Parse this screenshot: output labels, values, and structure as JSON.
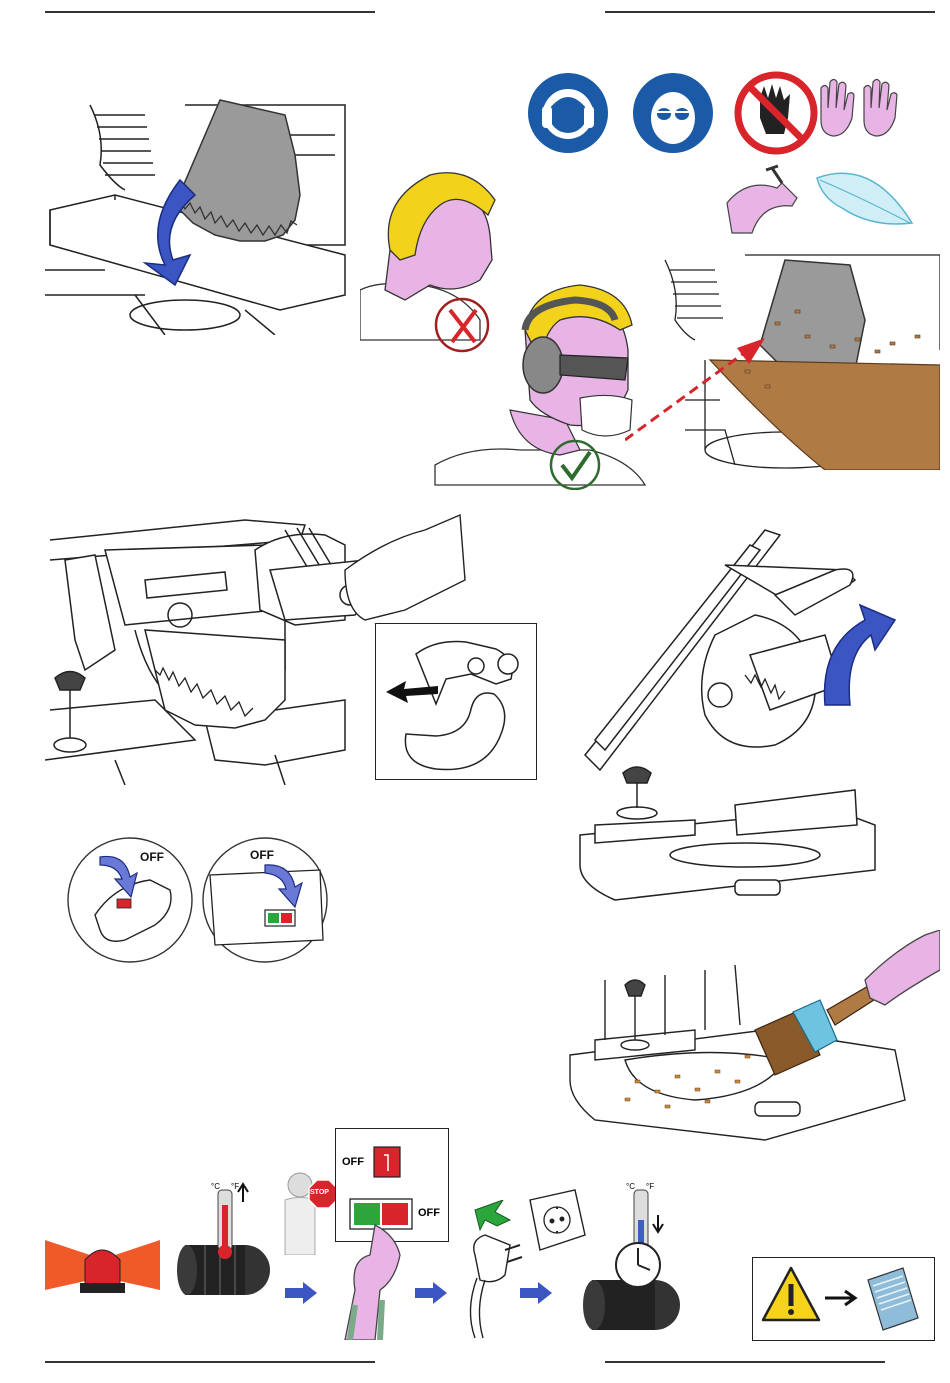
{
  "labels": {
    "off_left_circle": "OFF",
    "off_right_circle": "OFF",
    "off_panel_top": "OFF",
    "off_panel_bottom": "OFF",
    "stop_sign": "STOP",
    "thermo_c": "°C",
    "thermo_f": "°F",
    "thermo2_c": "°C",
    "thermo2_f": "°F"
  },
  "icons": {
    "ppe": [
      "ear-protection-icon",
      "eye-protection-icon",
      "no-gloves-icon",
      "bare-hands-icon"
    ],
    "sequence": [
      "warning-beacon-icon",
      "motor-overheat-icon",
      "stop-person-icon",
      "switch-off-icon",
      "unplug-icon",
      "socket-icon",
      "cool-down-icon",
      "warning-manual-icon"
    ]
  },
  "colors": {
    "safety_blue": "#1a5aa6",
    "prohibit_red": "#d8242b",
    "skin_pink": "#e8b4e6",
    "hair_yellow": "#f2d21b",
    "arrow_blue": "#3b55c2",
    "switch_green": "#2aa63a",
    "switch_red": "#d8242b",
    "wood": "#b07a45"
  }
}
